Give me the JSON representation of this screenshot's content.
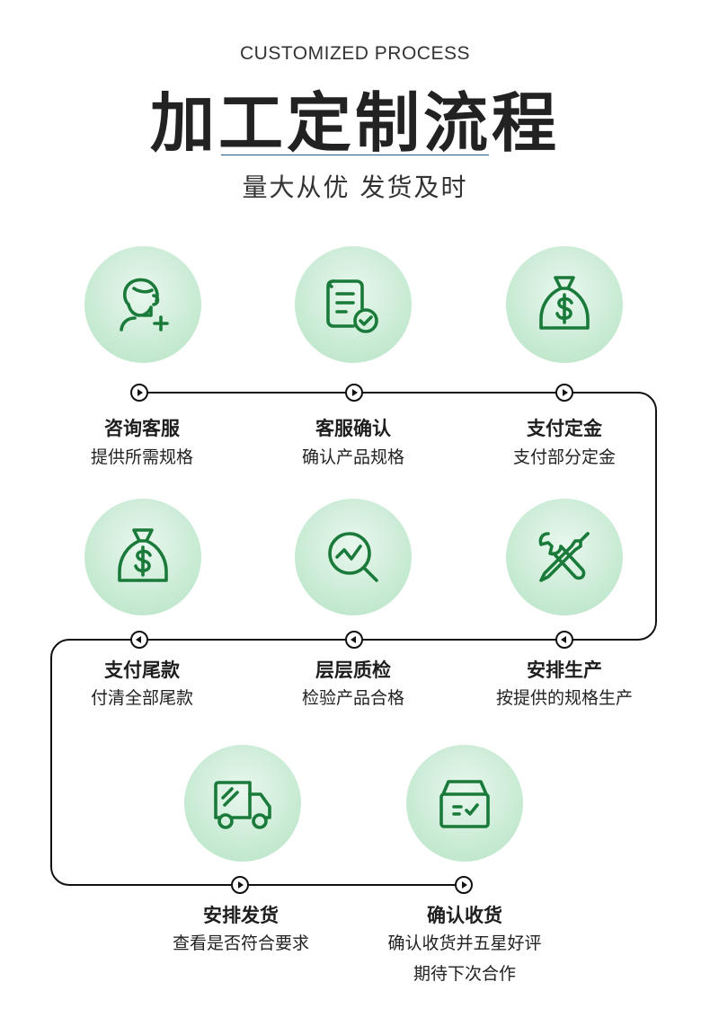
{
  "header": {
    "subtitle_en": "CUSTOMIZED PROCESS",
    "title": "加工定制流程",
    "tagline": "量大从优 发货及时"
  },
  "steps": [
    {
      "label": "咨询客服",
      "desc": "提供所需规格",
      "icon": "customer-service-icon"
    },
    {
      "label": "客服确认",
      "desc": "确认产品规格",
      "icon": "document-check-icon"
    },
    {
      "label": "支付定金",
      "desc": "支付部分定金",
      "icon": "money-bag-icon"
    },
    {
      "label": "安排生产",
      "desc": "按提供的规格生产",
      "icon": "tools-icon"
    },
    {
      "label": "层层质检",
      "desc": "检验产品合格",
      "icon": "chart-magnifier-icon"
    },
    {
      "label": "支付尾款",
      "desc": "付清全部尾款",
      "icon": "money-bag-icon"
    },
    {
      "label": "安排发货",
      "desc": "查看是否符合要求",
      "icon": "truck-icon"
    },
    {
      "label": "确认收货",
      "desc": "确认收货并五星好评",
      "desc2": "期待下次合作",
      "icon": "box-check-icon"
    }
  ],
  "colors": {
    "icon_green": "#1a7a3a",
    "circle_bg": "#c6ead2",
    "line": "#111111",
    "divider": "#2b5a8a"
  }
}
